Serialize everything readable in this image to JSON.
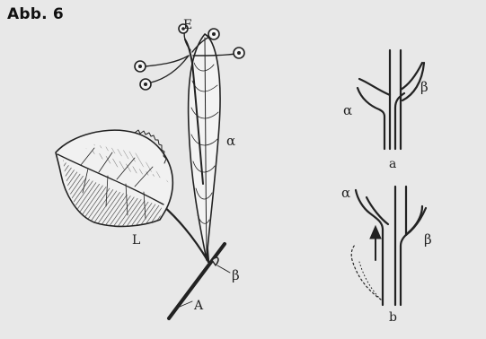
{
  "figure": {
    "title": "Abb. 6"
  },
  "plant_labels": {
    "e": "E",
    "alpha": "α",
    "l": "L",
    "beta": "β",
    "a": "A"
  },
  "diagram_a": {
    "alpha": "α",
    "beta": "β",
    "caption": "a"
  },
  "diagram_b": {
    "alpha": "α",
    "beta": "β",
    "caption": "b"
  }
}
